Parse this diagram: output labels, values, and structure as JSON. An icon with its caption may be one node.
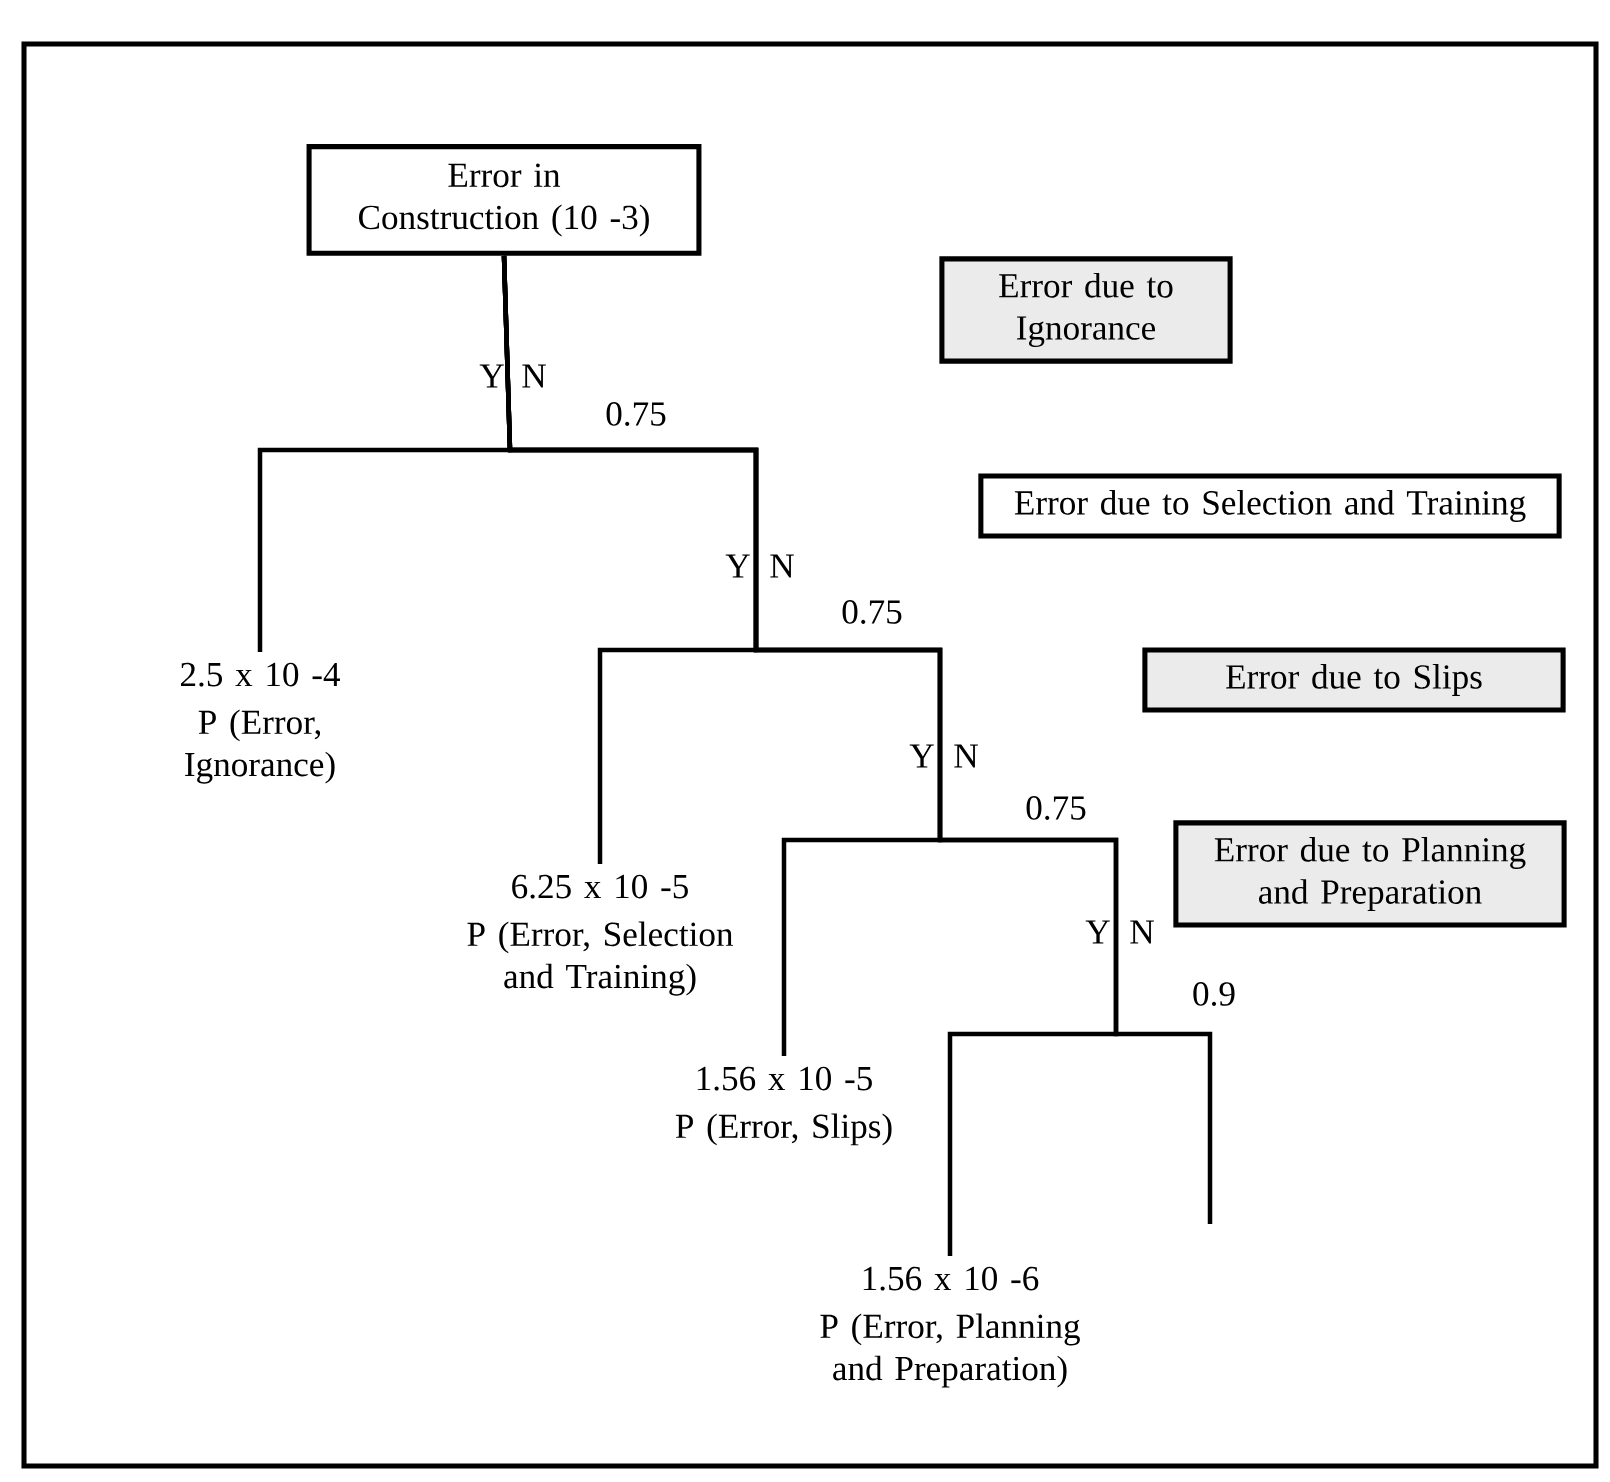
{
  "diagram": {
    "nodes": [
      {
        "text": [
          "Error in Construction (10 -3)"
        ]
      },
      {
        "text": [
          "2.5 x 10 -4",
          "P (Error, Ignorance)"
        ]
      },
      {
        "text": [
          "6.25 x 10 -5",
          "P (Error, Selection and Training)"
        ]
      },
      {
        "text": [
          "1.56 x 10 -5",
          "P (Error, Slips)"
        ]
      },
      {
        "text": [
          "1.56 x 10 -6",
          "P (Error, Planning and Preparation)"
        ]
      },
      {
        "text": [
          "Error due to Ignorance"
        ]
      },
      {
        "text": [
          "Error due to Selection and Training"
        ]
      },
      {
        "text": [
          "Error due to Slips"
        ]
      },
      {
        "text": [
          "Error due to Planning and Preparation"
        ]
      }
    ],
    "edges": [
      {
        "from": 0,
        "to": 1,
        "arrow": "none"
      },
      {
        "from": 0,
        "to": 2,
        "arrow": "none"
      },
      {
        "from": 0,
        "to": 3,
        "arrow": "none"
      },
      {
        "from": 0,
        "to": 4,
        "arrow": "none"
      },
      {
        "from": 0,
        "to": null,
        "arrow": "none"
      }
    ],
    "labels": [
      "Y",
      "N",
      "0.75",
      "Y",
      "N",
      "0.75",
      "Y",
      "N",
      "0.75",
      "Y",
      "N",
      "0.9"
    ]
  }
}
